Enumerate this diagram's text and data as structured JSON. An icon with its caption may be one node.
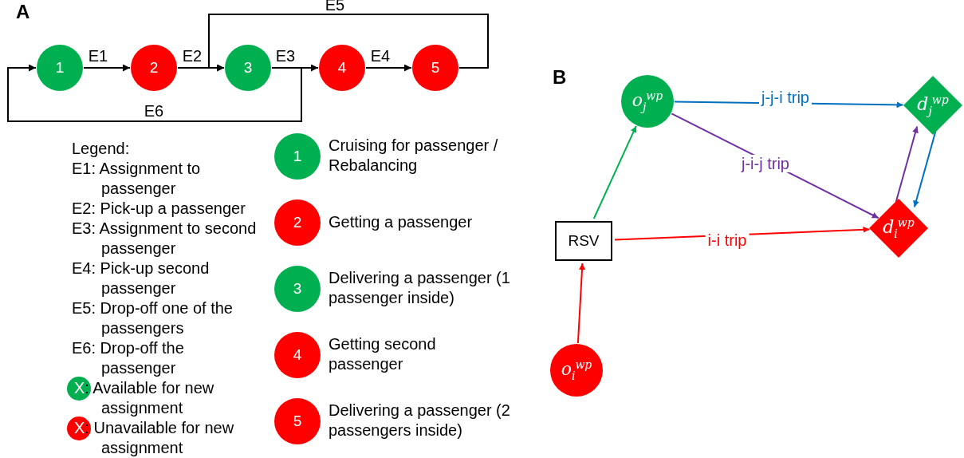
{
  "diagram": {
    "nodes": [
      {
        "text": [
          "1"
        ]
      },
      {
        "text": [
          "2"
        ]
      },
      {
        "text": [
          "3"
        ]
      },
      {
        "text": [
          "4"
        ]
      },
      {
        "text": [
          "5"
        ]
      },
      {
        "text": [
          "1"
        ],
        "beside": [
          "Cruising for passenger / Rebalancing"
        ]
      },
      {
        "text": [
          "2"
        ],
        "beside": [
          "Getting a passenger"
        ]
      },
      {
        "text": [
          "3"
        ],
        "beside": [
          "Delivering a passenger (1 passenger inside)"
        ]
      },
      {
        "text": [
          "4"
        ],
        "beside": [
          "Getting second passenger"
        ]
      },
      {
        "text": [
          "5"
        ],
        "beside": [
          "Delivering a passenger (2 passengers inside)"
        ]
      },
      {
        "text": [
          "RSV"
        ]
      },
      {
        "text": [
          "o$_{j}$$^{wp}$"
        ]
      },
      {
        "text": [
          "d$_{j}$$^{wp}$"
        ]
      },
      {
        "text": [
          "d$_{i}$$^{wp}$"
        ]
      },
      {
        "text": [
          "o$_{i}$$^{wp}$"
        ]
      }
    ],
    "edges": [
      {
        "from": 0,
        "to": 1,
        "arrow": "to",
        "label": "E1"
      },
      {
        "from": 1,
        "to": 2,
        "arrow": "to",
        "label": "E2"
      },
      {
        "from": 2,
        "to": 3,
        "arrow": "to",
        "label": "E3"
      },
      {
        "from": 3,
        "to": 4,
        "arrow": "to",
        "label": "E4"
      },
      {
        "from": 4,
        "to": 2,
        "arrow": "to",
        "label": "E5"
      },
      {
        "from": 2,
        "to": 0,
        "arrow": "to",
        "label": "E6"
      },
      {
        "from": 10,
        "to": 11,
        "arrow": "to",
        "color": "#00b050"
      },
      {
        "from": 11,
        "to": 12,
        "arrow": "to",
        "label": "j-j-i trip",
        "color": "#0070c0"
      },
      {
        "from": 11,
        "to": 13,
        "arrow": "to",
        "label": "j-i-j trip",
        "color": "#7030a0"
      },
      {
        "from": 10,
        "to": 13,
        "arrow": "to",
        "label": "i-i trip",
        "color": "#ff0000"
      },
      {
        "from": 13,
        "to": 12,
        "arrow": "to",
        "color": "#7030a0"
      },
      {
        "from": 12,
        "to": 13,
        "arrow": "to",
        "color": "#0070c0"
      },
      {
        "from": 14,
        "to": 10,
        "arrow": "to",
        "color": "#ff0000"
      }
    ],
    "labels": [
      "A",
      "B",
      "Legend:",
      "E1: Assignment to passenger",
      "E2: Pick-up a passenger",
      "E3: Assignment to second passenger",
      "E4: Pick-up second passenger",
      "E5: Drop-off one of the passengers",
      "E6: Drop-off the passenger"
    ],
    "legend": [
      {
        "text": "X: Available for new assignment",
        "color": "#00b050"
      },
      {
        "text": "X: Unavailable for new assignment",
        "color": "#ff0000"
      }
    ]
  }
}
